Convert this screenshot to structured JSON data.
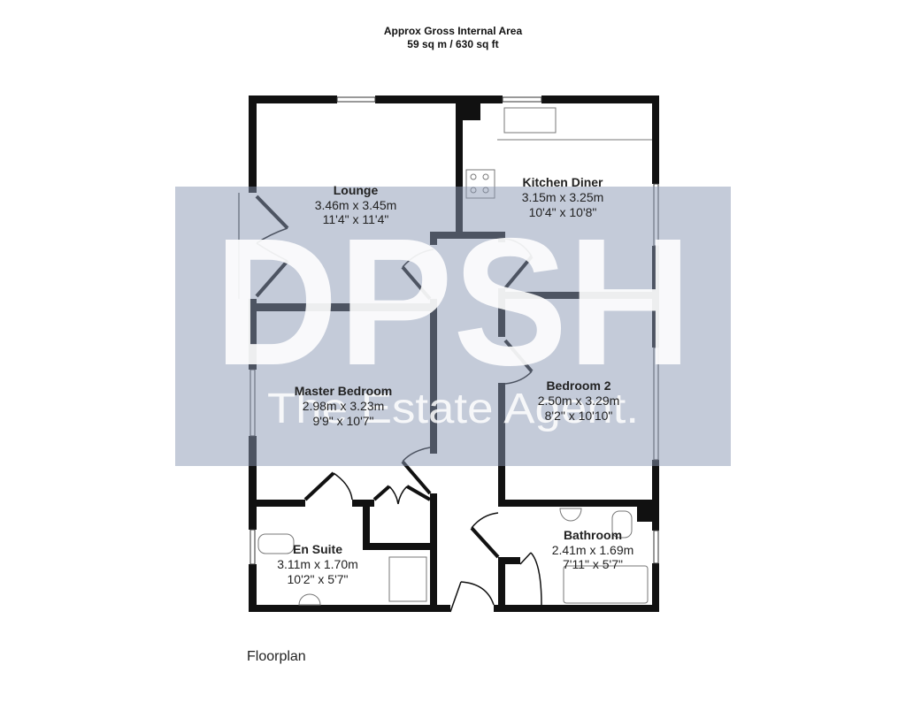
{
  "header": {
    "title": "Approx Gross Internal Area",
    "area": "59 sq m / 630 sq ft"
  },
  "watermark": {
    "logo": "DPSH",
    "tagline": "The Estate Agent."
  },
  "rooms": [
    {
      "name": "Lounge",
      "metric": "3.46m x 3.45m",
      "imperial": "11'4\" x 11'4\""
    },
    {
      "name": "Kitchen Diner",
      "metric": "3.15m x 3.25m",
      "imperial": "10'4\" x 10'8\""
    },
    {
      "name": "Master Bedroom",
      "metric": "2.98m x 3.23m",
      "imperial": "9'9\" x 10'7\""
    },
    {
      "name": "Bedroom 2",
      "metric": "2.50m x 3.29m",
      "imperial": "8'2\" x 10'10\""
    },
    {
      "name": "En Suite",
      "metric": "3.11m x 1.70m",
      "imperial": "10'2\" x 5'7\""
    },
    {
      "name": "Bathroom",
      "metric": "2.41m x 1.69m",
      "imperial": "7'11\" x 5'7\""
    }
  ],
  "footer": {
    "label": "Floorplan"
  },
  "colors": {
    "wall": "#111111",
    "watermark_band": "#c3c9d6"
  }
}
